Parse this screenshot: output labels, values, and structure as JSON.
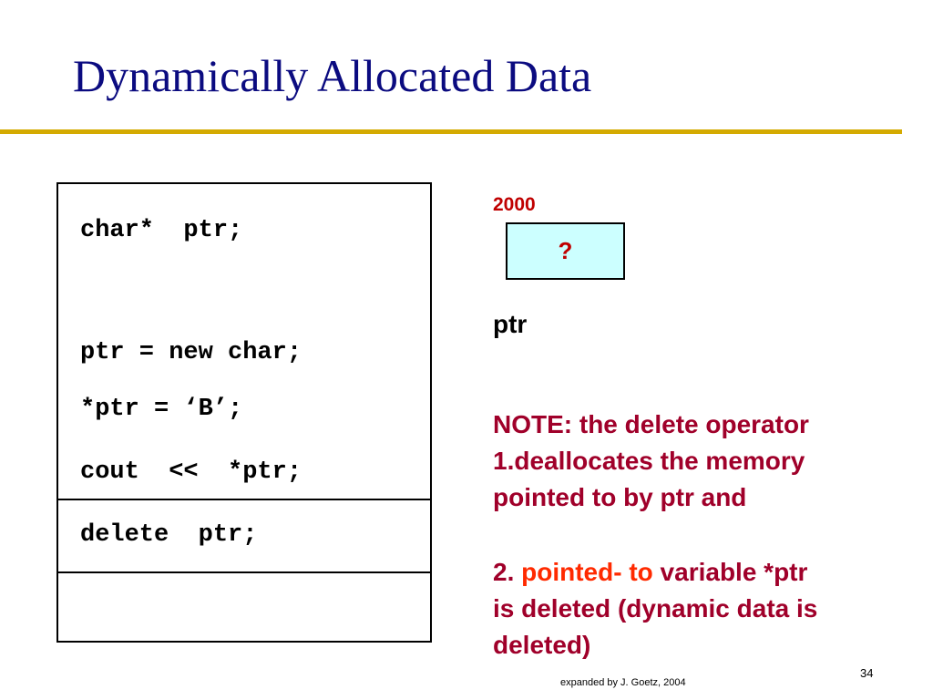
{
  "slide": {
    "title": "Dynamically Allocated Data",
    "footer": "expanded by J. Goetz, 2004",
    "page_number": "34"
  },
  "code": {
    "lines": [
      "char*  ptr;",
      "ptr = new char;",
      "*ptr = ‘B’;",
      "cout  <<  *ptr;",
      "delete  ptr;"
    ]
  },
  "memory": {
    "address": "2000",
    "value": "?",
    "var_name": "ptr",
    "box_color": "#ccffff"
  },
  "note": {
    "para1": "NOTE:  the delete operator\n1.deallocates the memory\npointed to by ptr and",
    "para2_prefix": "2. ",
    "para2_highlight": "pointed- to",
    "para2_rest": " variable *ptr\nis deleted (dynamic data is\ndeleted)"
  },
  "colors": {
    "title": "#0b0b80",
    "rule": "#d4aa00",
    "note": "#a0002a",
    "highlight": "#ff2a00",
    "address": "#c00000"
  }
}
